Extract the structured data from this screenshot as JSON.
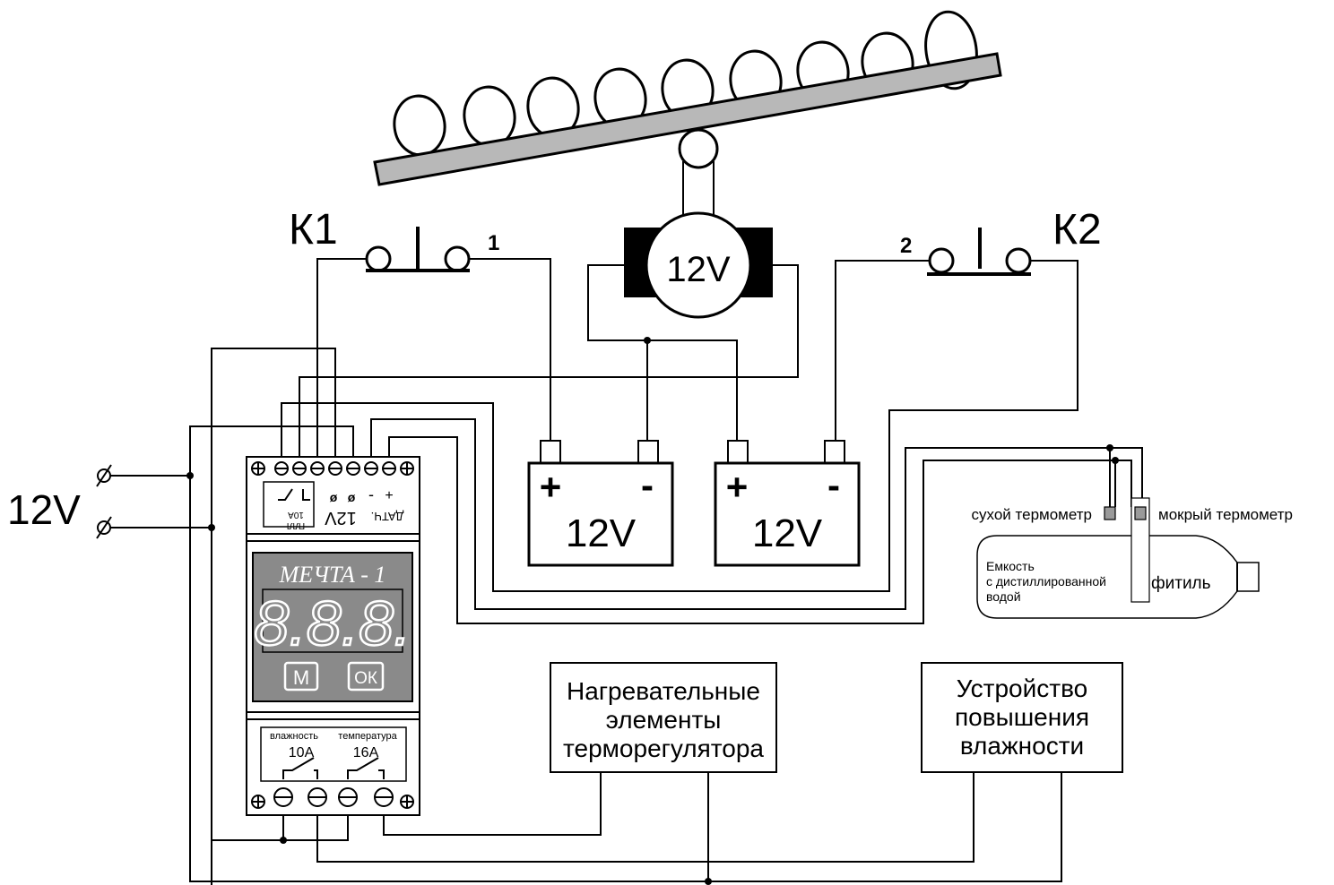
{
  "labels": {
    "supply_voltage": "12V",
    "k1": "К1",
    "k2": "К2",
    "k1_num": "1",
    "k2_num": "2",
    "motor": "12V",
    "battery1": "12V",
    "battery2": "12V",
    "plus": "+",
    "minus": "-",
    "dry_thermometer": "сухой  термометр",
    "wet_thermometer": "мокрый термометр",
    "container_line1": "Емкость",
    "container_line2": "с дистиллированной",
    "container_line3": "водой",
    "wick": "фитиль"
  },
  "controller": {
    "name": "МЕЧТА - 1",
    "display": "8.8.8.",
    "btn_m": "М",
    "btn_ok": "ОК",
    "term_ppl": "ПЛЛ",
    "term_10a": "10А",
    "term_12v": "12V",
    "term_sensor": "ДАТЧ.",
    "term_plus": "+",
    "term_minus": "-",
    "relay_humidity": "влажность",
    "relay_temperature": "температура",
    "relay_10a": "10А",
    "relay_16a": "16А"
  },
  "boxes": {
    "heater_line1": "Нагревательные",
    "heater_line2": "элементы",
    "heater_line3": "терморегулятора",
    "humid_line1": "Устройство",
    "humid_line2": "повышения",
    "humid_line3": "влажности"
  },
  "colors": {
    "line": "#000000",
    "display_bg": "#8a8a8a",
    "display_fg": "#ffffff",
    "probe": "#9a9a9a"
  }
}
